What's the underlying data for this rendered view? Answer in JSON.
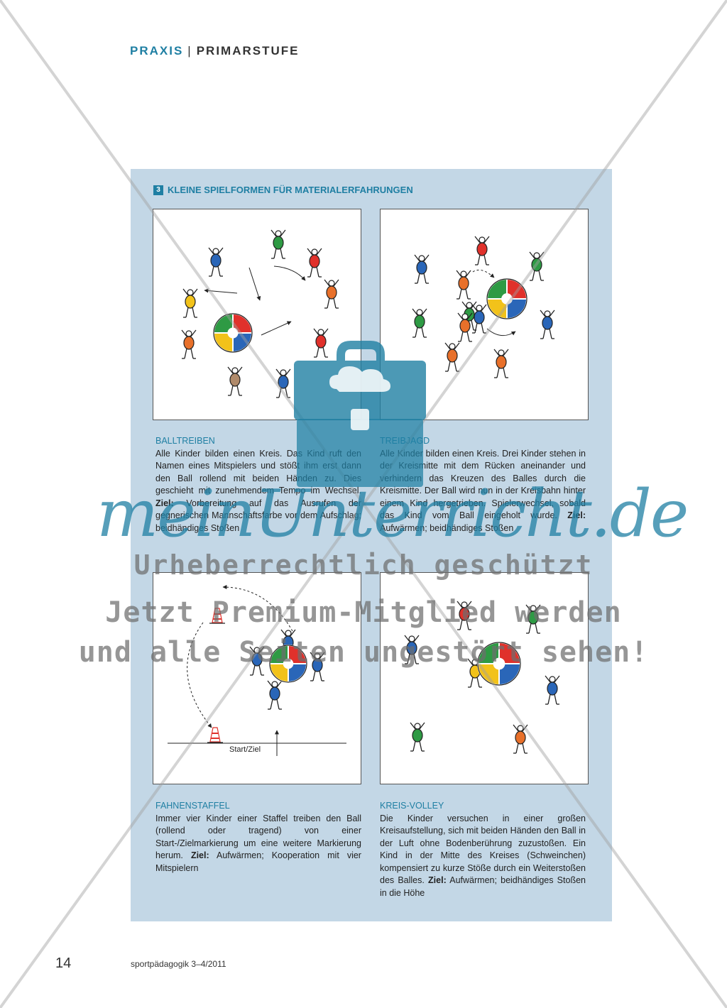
{
  "header": {
    "praxis": "PRAXIS",
    "separator": "|",
    "section": "PRIMARSTUFE"
  },
  "section": {
    "number": "3",
    "title": "KLEINE SPIELFORMEN FÜR MATERIALERFAHRUNGEN"
  },
  "games": [
    {
      "title": "BALLTREIBEN",
      "text": "Alle Kinder bilden einen Kreis. Das Kind ruft den Namen eines Mitspielers und stößt ihm erst dann den Ball rollend mit beiden Händen zu. Dies geschieht mit zunehmendem Tempo im Wechsel.",
      "goal_label": "Ziel:",
      "goal": "Vorbereitung auf das Ausrufen der gegnerischen Mannschaftsfarbe vor dem Aufschlag; beidhändiges Stoßen"
    },
    {
      "title": "TREIBJAGD",
      "text": "Alle Kinder bilden einen Kreis. Drei Kinder stehen in der Kreismitte mit dem Rücken aneinander und verhindern das Kreuzen des Balles durch die Kreismitte. Der Ball wird nun in der Kreisbahn hinter einem Kind hergetrieben. Spielerwechsel, sobald das Kind vom Ball eingeholt wurde.",
      "goal_label": "Ziel:",
      "goal": "Aufwärmen; beidhändiges Stoßen"
    },
    {
      "title": "FAHNENSTAFFEL",
      "text": "Immer vier Kinder einer Staffel treiben den Ball (rollend oder tragend) von einer Start-/Zielmarkierung um eine weitere Markierung herum.",
      "goal_label": "Ziel:",
      "goal": "Aufwärmen; Kooperation mit vier Mitspielern"
    },
    {
      "title": "KREIS-VOLLEY",
      "text": "Die Kinder versuchen in einer großen Kreisaufstellung, sich mit beiden Händen den Ball in der Luft ohne Bodenberührung zuzustoßen. Ein Kind in der Mitte des Kreises (Schweinchen) kompensiert zu kurze Stöße durch ein Weiterstoßen des Balles.",
      "goal_label": "Ziel:",
      "goal": "Aufwärmen; beidhändiges Stoßen in die Höhe"
    }
  ],
  "diagram_labels": {
    "start_goal": "Start/Ziel"
  },
  "footer": {
    "page_number": "14",
    "source": "sportpädagogik 3–4/2011"
  },
  "watermark": {
    "logo": "meinUnterricht.de",
    "line1": "Urheberrechtlich geschützt",
    "line2": "Jetzt Premium-Mitglied werden",
    "line3": "und alle Seiten ungestört sehen!"
  },
  "colors": {
    "accent": "#1f7fa3",
    "panel": "#c3d7e6",
    "ball_red": "#e0312b",
    "ball_blue": "#2a66b8",
    "ball_yellow": "#f2c21a",
    "ball_green": "#2e9a44"
  }
}
